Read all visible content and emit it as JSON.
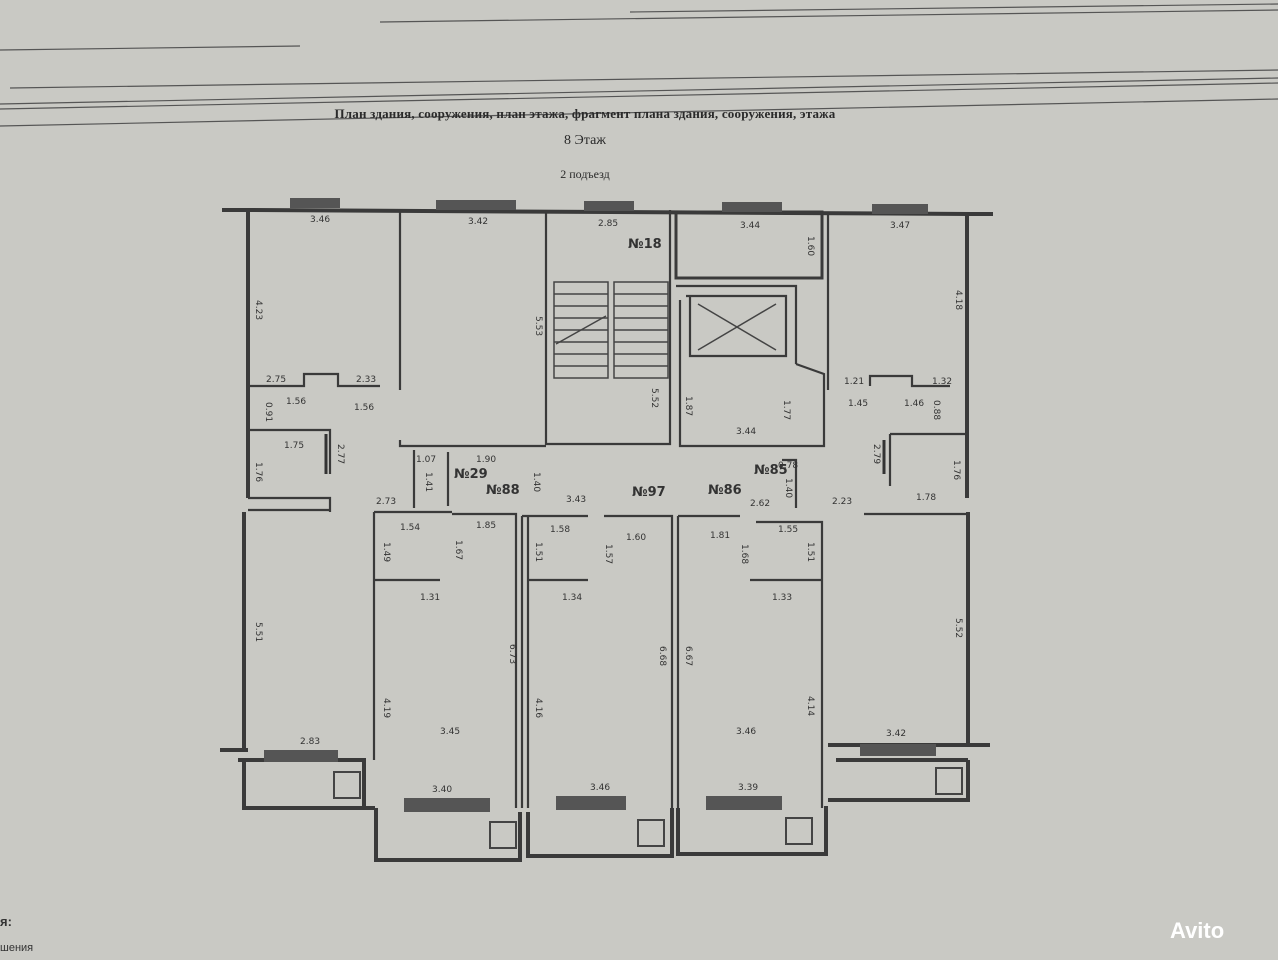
{
  "header": {
    "title": "План здания, сооружения, план этажа, фрагмент плана здания, сооружения, этажа",
    "floor": "8 Этаж",
    "entrance": "2 подъезд"
  },
  "rooms": [
    "№18",
    "№29",
    "№88",
    "№97",
    "№86",
    "№85"
  ],
  "dims": {
    "d0": "3.46",
    "d1": "3.42",
    "d2": "2.85",
    "d3": "3.44",
    "d4": "3.47",
    "d5": "4.23",
    "d6": "5.53",
    "d7": "1.60",
    "d8": "4.18",
    "d9": "5.52",
    "d10": "1.87",
    "d11": "1.77",
    "d12": "3.44",
    "d13": "2.75",
    "d14": "2.33",
    "d15": "0.91",
    "d16": "1.56",
    "d17": "1.56",
    "d18": "1.21",
    "d19": "1.32",
    "d20": "1.45",
    "d21": "1.46",
    "d22": "0.88",
    "d23": "1.75",
    "d24": "1.76",
    "d25": "2.77",
    "d26": "1.07",
    "d27": "1.41",
    "d28": "1.90",
    "d29": "1.40",
    "d30": "2.73",
    "d31": "3.43",
    "d32": "2.62",
    "d33": "0.78",
    "d34": "1.40",
    "d35": "2.23",
    "d36": "2.79",
    "d37": "1.76",
    "d38": "1.78",
    "d39": "1.54",
    "d40": "1.85",
    "d41": "1.58",
    "d42": "1.60",
    "d43": "1.81",
    "d44": "1.55",
    "d45": "1.49",
    "d46": "1.67",
    "d47": "1.51",
    "d48": "1.57",
    "d49": "1.68",
    "d50": "1.51",
    "d51": "1.31",
    "d52": "1.34",
    "d53": "1.33",
    "d54": "5.51",
    "d55": "6.73",
    "d56": "6.68",
    "d57": "6.67",
    "d58": "5.52",
    "d59": "4.19",
    "d60": "4.16",
    "d61": "4.14",
    "d62": "3.45",
    "d63": "3.46",
    "d64": "2.83",
    "d65": "3.40",
    "d66": "3.46",
    "d67": "3.39",
    "d68": "3.42"
  },
  "footer": {
    "line1": "я:",
    "line2": "шения"
  },
  "watermark": "Avito"
}
